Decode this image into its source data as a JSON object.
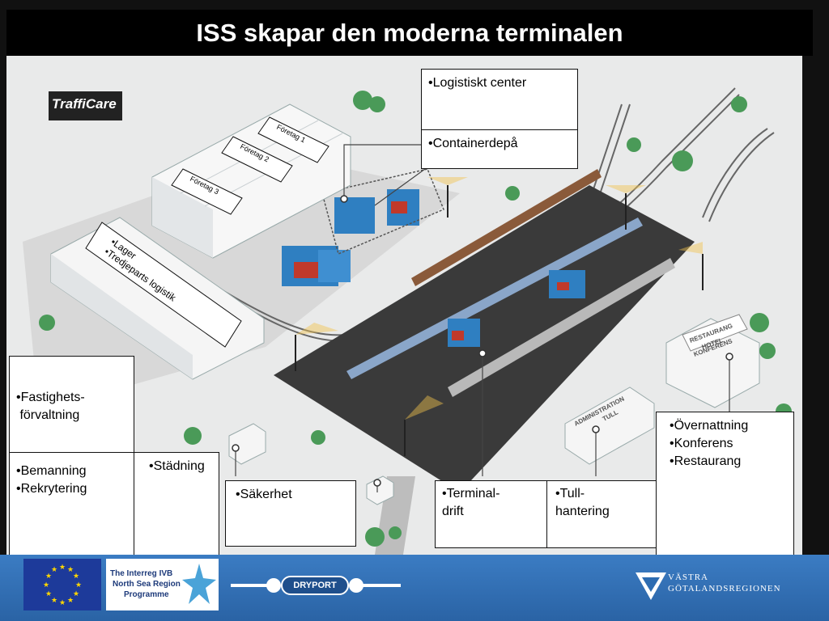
{
  "title": "ISS skapar den moderna terminalen",
  "logo_trafficare": "TraffiCare",
  "companies": [
    "Företag 1",
    "Företag 2",
    "Företag 3"
  ],
  "warehouse_labels": [
    "•Lager",
    "•Tredjeparts logistik"
  ],
  "buildings": {
    "hotel_sign": [
      "RESTAURANG",
      "HOTEL",
      "KONFERENS"
    ],
    "admin_sign": [
      "ADMINISTRATION",
      "TULL"
    ]
  },
  "callouts": {
    "logistics": "•Logistiskt center",
    "container": "•Containerdepå",
    "property_1": "•Fastighets-",
    "property_2": " förvaltning",
    "staffing_1": "•Bemanning",
    "staffing_2": "•Rekrytering",
    "cleaning": "•Städning",
    "security": "•Säkerhet",
    "terminal_1": "•Terminal-",
    "terminal_2": "drift",
    "customs_1": "•Tull-",
    "customs_2": "hantering",
    "hotel_1": "•Övernattning",
    "hotel_2": "•Konferens",
    "hotel_3": "•Restaurang"
  },
  "footer": {
    "interreg_1": "The Interreg IVB",
    "interreg_2": "North Sea Region",
    "interreg_3": "Programme",
    "dryport": "DRYPORT",
    "vgr_1": "VÄSTRA",
    "vgr_2": "GÖTALANDSREGIONEN"
  },
  "colors": {
    "title_bg": "#000000",
    "footer_blue": "#2d6cb1",
    "terminal_dark": "#3a3a3a",
    "container_blue": "#2f7fc1",
    "container_red": "#c0392b",
    "tree_green": "#4a9a58"
  }
}
